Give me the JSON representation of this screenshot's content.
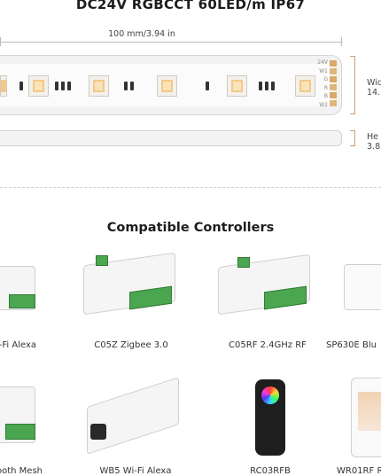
{
  "header": {
    "title": "DC24V RGBCCT 60LED/m IP67",
    "length_dimension": "100 mm/3.94 in"
  },
  "strip_pads": [
    "24V",
    "W1",
    "G",
    "R",
    "B",
    "W2"
  ],
  "width_label": {
    "line1": "Wid",
    "line2": "14."
  },
  "height_label": {
    "line1": "He",
    "line2": "3.8"
  },
  "section_title": "Compatible Controllers",
  "controllers": [
    {
      "label": "i-Fi Alexa"
    },
    {
      "label": "C05Z Zigbee 3.0"
    },
    {
      "label": "C05RF 2.4GHz RF"
    },
    {
      "label": "SP630E Blu"
    },
    {
      "label": "ooth Mesh"
    },
    {
      "label": "WB5 Wi-Fi Alexa"
    },
    {
      "label": "RC03RFB"
    },
    {
      "label": "WR01RF R"
    }
  ],
  "colors": {
    "terminal_green": "#4aa64f",
    "led_warm": "#f2c98a",
    "remote_black": "#1e1e1e",
    "accent_copper": "#c9a070"
  }
}
